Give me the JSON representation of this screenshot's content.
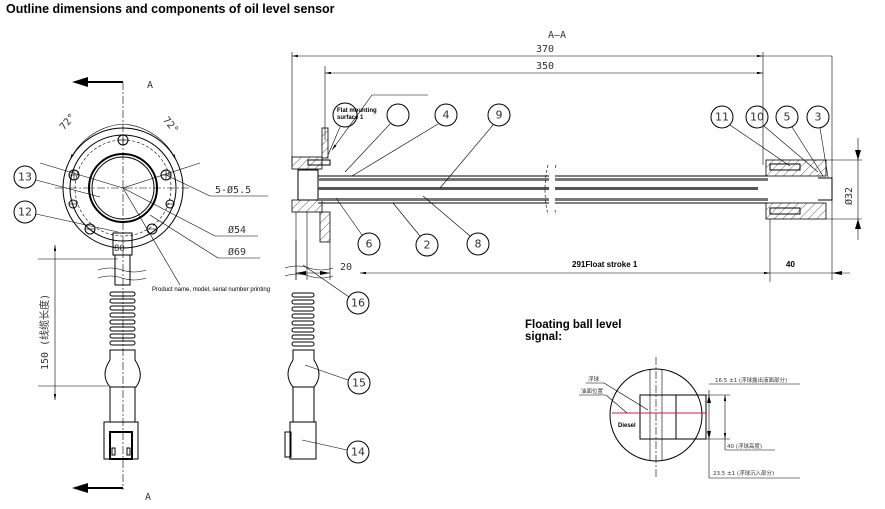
{
  "title": "Outline dimensions and components of oil level sensor",
  "front_view": {
    "section_label_top": "A",
    "section_label_bottom": "A",
    "angle_left": "72°",
    "angle_right": "72°",
    "hole_callout": "5-Ø5.5",
    "inner_diameter": "Ø54",
    "outer_diameter": "Ø69",
    "neck_label": "80",
    "print_note": "Product name, model, serial number printing",
    "cable_length_label": "150 (线缆长度)",
    "callouts": [
      "13",
      "12"
    ]
  },
  "section_view": {
    "title": "A—A",
    "overall_length": "370",
    "length_350": "350",
    "flange_offset": "20",
    "float_stroke": "291Float stroke 1",
    "end_length": "40",
    "tube_diameter": "Ø32",
    "mounting_note": "Flat mounting surface 1",
    "callouts_top": [
      "",
      "4",
      "9",
      "11",
      "10",
      "5",
      "3"
    ],
    "callouts_bottom": [
      "6",
      "2",
      "8"
    ],
    "callouts_cable": [
      "16",
      "15",
      "14"
    ]
  },
  "float_signal": {
    "title": "Floating ball level signal:",
    "label_float": "浮球",
    "label_oil_level": "油面位置",
    "fluid": "Diesel",
    "dim_top": "16.5 ±1 (浮球露出液面部分)",
    "dim_height": "40 (浮球高度)",
    "dim_bottom": "23.5 ±1 (浮球沉入部分)",
    "oil_line_color": "#d4145a"
  }
}
